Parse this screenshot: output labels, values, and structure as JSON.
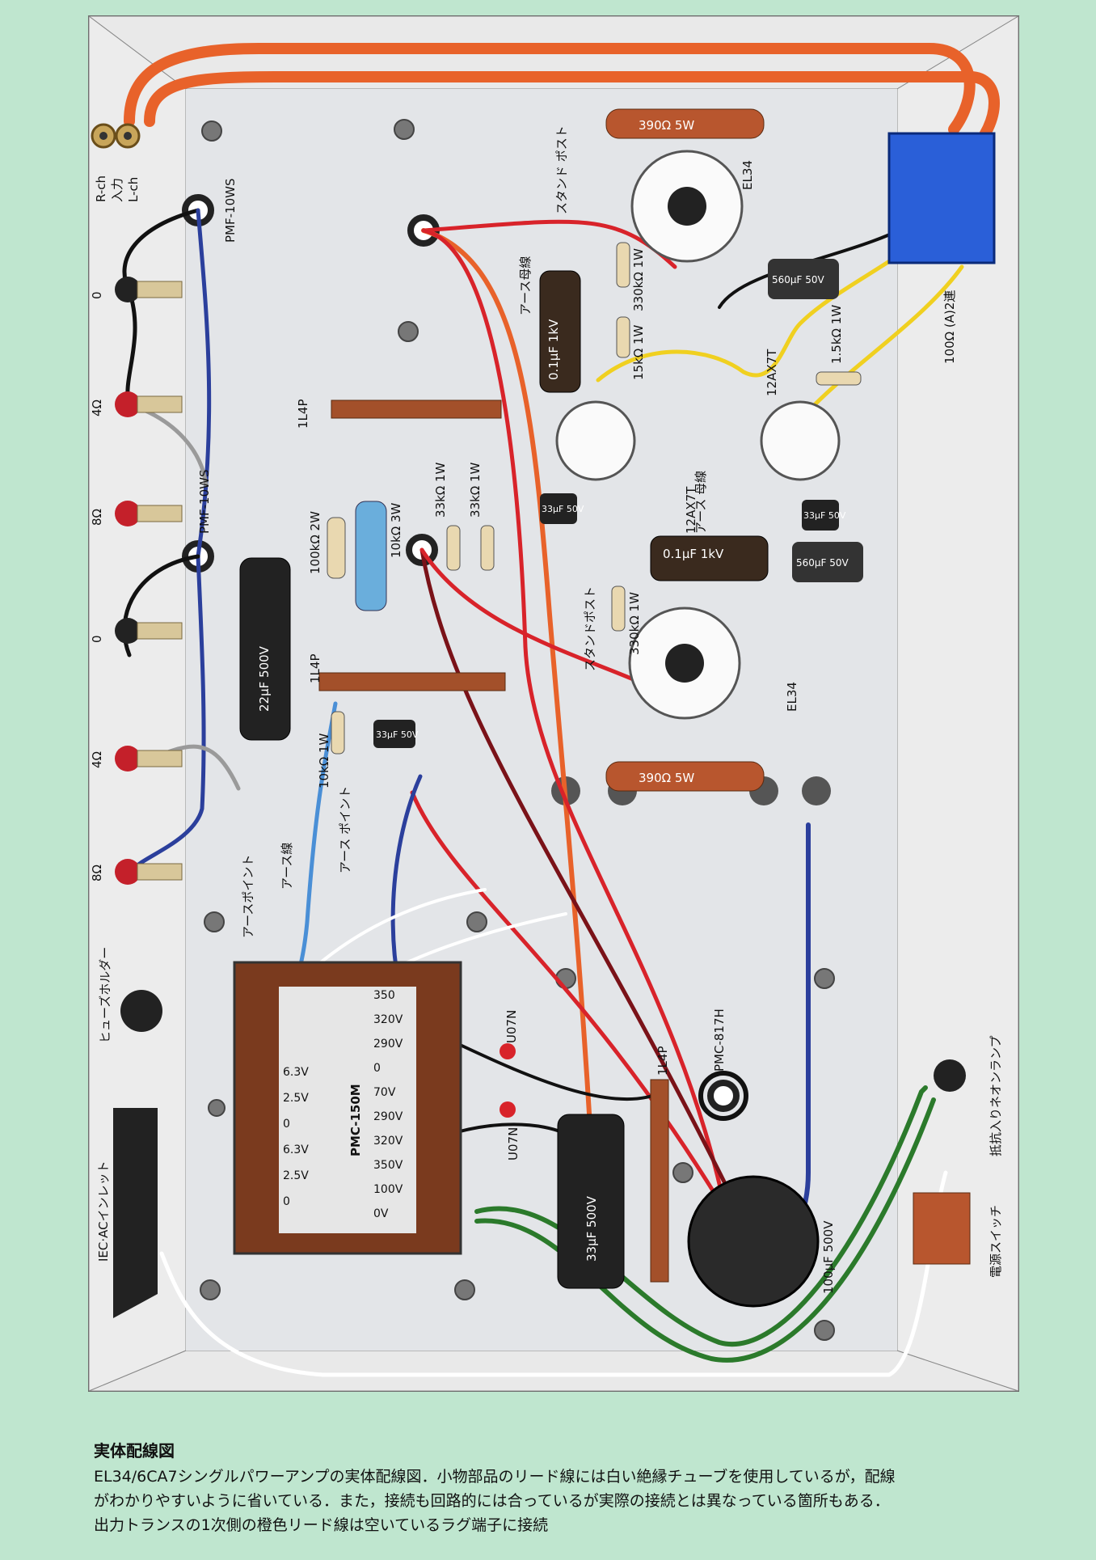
{
  "diagram": {
    "colors": {
      "background": "#bfe6cf",
      "chassis_floor": "#e4e6e9",
      "chassis_wall": "#f3f3f3",
      "wire_orange": "#e8622a",
      "wire_red": "#d8232a",
      "wire_darkred": "#7a1218",
      "wire_blue": "#2b3f9c",
      "wire_lightblue": "#4a8fd6",
      "wire_green": "#2b7a2b",
      "wire_yellow": "#f0d020",
      "wire_white": "#ffffff",
      "wire_black": "#111111",
      "wire_gray": "#9a9a9a",
      "resistor_brown": "#b8562e",
      "resistor_blue": "#6aaedc",
      "terminal_strip": "#a3502a",
      "cap_black": "#222222"
    },
    "labels": {
      "input_rch": "R-ch",
      "input_kanji": "入力",
      "input_lch": "L-ch",
      "pmf_top": "PMF-10WS",
      "pmf_mid": "PMF-10WS",
      "sp_0_top": "0",
      "sp_4_top": "4Ω",
      "sp_8_top": "8Ω",
      "sp_0_bot": "0",
      "sp_4_bot": "4Ω",
      "sp_8_bot": "8Ω",
      "earth_point_left": "アースポイント",
      "earth_wire": "アース線",
      "earth_point_mid": "アース ポイント",
      "fuse_holder": "ヒューズホルダー",
      "ac_inlet": "IEC·ACインレット",
      "lug_1l4p_top": "1L4P",
      "lug_1l4p_mid": "1L4P",
      "lug_1l4p_bottom": "1L4P",
      "res_100k_2w": "100kΩ 2W",
      "res_10k_3w": "10kΩ 3W",
      "res_33k_1w_a": "33kΩ 1W",
      "res_33k_1w_b": "33kΩ 1W",
      "res_10k_1w": "10kΩ 1W",
      "cap_22uf": "22μF 500V",
      "cap_33uf_50v_left": "33μF 50V",
      "cap_33uf_50v_a": "33μF 50V",
      "cap_33uf_50v_b": "33μF 50V",
      "cap_560uf_a": "560μF 50V",
      "cap_560uf_b": "560μF 50V",
      "cap_01uf_a": "0.1μF 1kV",
      "cap_01uf_b": "0.1μF 1kV",
      "res_390_5w_top": "390Ω 5W",
      "res_390_5w_bot": "390Ω 5W",
      "standoff_top": "スタンド ポスト",
      "standoff_bot": "スタンドポスト",
      "earth_bus_top": "アース母線",
      "earth_bus_mid": "アース 母線",
      "res_330k_a": "330kΩ 1W",
      "res_15k": "15kΩ 1W",
      "res_330k_b": "330kΩ 1W",
      "res_15k_right": "1.5kΩ 1W",
      "tube_el34_top": "EL34",
      "tube_el34_bot": "EL34",
      "tube_12ax7_left": "12AX7T",
      "tube_12ax7_right": "12AX7T",
      "pot": "100Ω (A)2連",
      "pt_model": "PMC-150M",
      "pt_taps_right": [
        "350",
        "320V",
        "290V",
        "0",
        "70V",
        "290V",
        "320V",
        "350V",
        "100V",
        "0V"
      ],
      "pt_taps_left": [
        "6.3V",
        "2.5V",
        "0",
        "6.3V",
        "2.5V",
        "0"
      ],
      "diode_a": "U07N",
      "diode_b": "U07N",
      "choke": "PMC-817H",
      "cap_33uf_500v": "33μF 500V",
      "cap_100uf": "100μF 500V",
      "neon_lamp": "抵抗入りネオンランプ",
      "power_switch": "電源スイッチ"
    }
  },
  "caption": {
    "title": "実体配線図",
    "line1": "EL34/6CA7シングルパワーアンプの実体配線図．小物部品のリード線には白い絶縁チューブを使用しているが，配線",
    "line2": "がわかりやすいように省いている．また，接続も回路的には合っているが実際の接続とは異なっている箇所もある．",
    "line3": "出力トランスの1次側の橙色リード線は空いているラグ端子に接続"
  }
}
